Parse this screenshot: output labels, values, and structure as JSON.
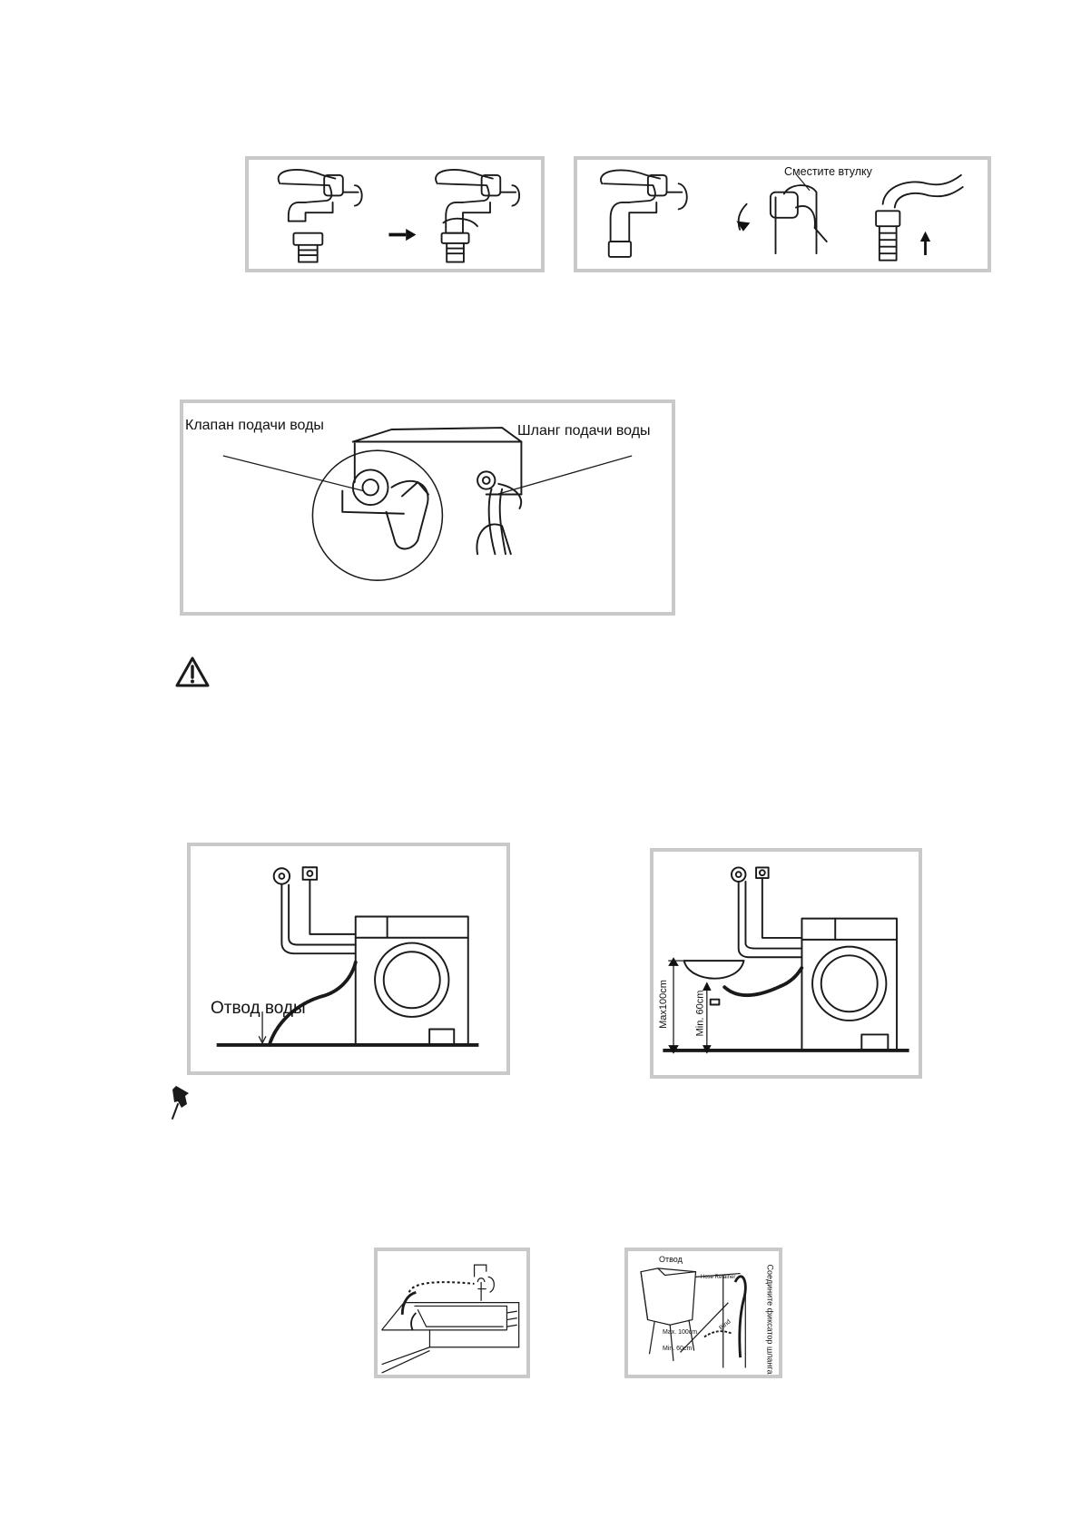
{
  "figures": {
    "tap_adapter": {},
    "tap_connect": {
      "label_sleeve": "Сместите втулку"
    },
    "inlet": {
      "label_valve": "Клапан подачи воды",
      "label_hose": "Шланг подачи воды"
    },
    "drain_floor": {
      "label_drain": "Отвод воды"
    },
    "drain_sink": {
      "label_max": "Max100cm",
      "label_min": "Min. 60cm"
    },
    "sink_hook": {},
    "tub_hook": {
      "label_drain": "Отвод",
      "label_retainer": "Hose Retainer",
      "label_max": "Max. 100cm",
      "label_min": "Min. 60cm",
      "label_tie": "Bind",
      "label_vertical": "Соедините фиксатор шланга"
    }
  },
  "icons": {
    "warning": "warning-triangle-icon",
    "note": "pushpin-icon"
  }
}
